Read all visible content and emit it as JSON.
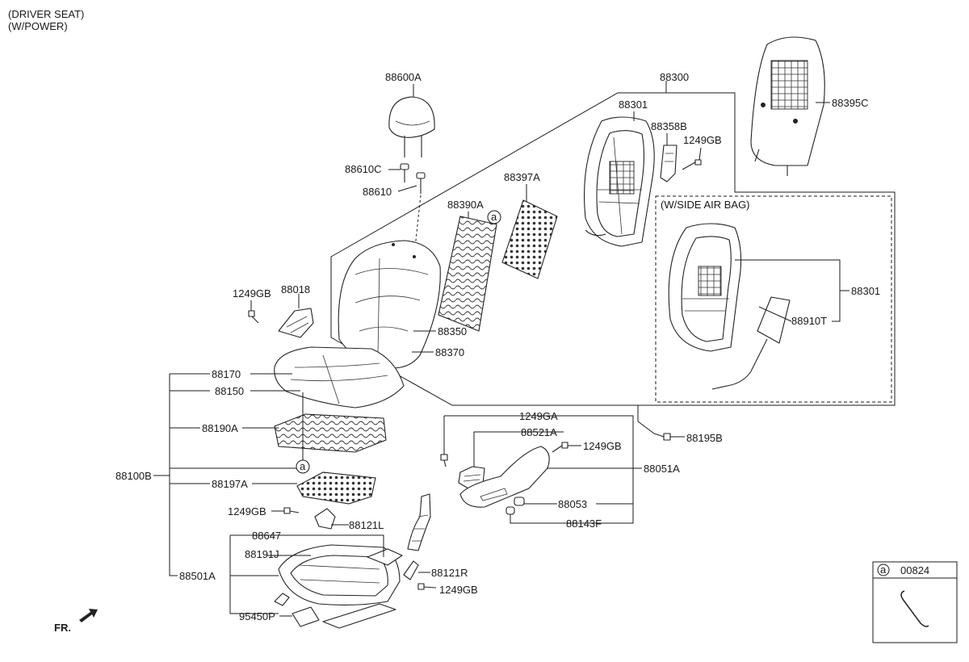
{
  "title_lines": [
    "(DRIVER SEAT)",
    "(W/POWER)"
  ],
  "inset_label": "(W/SIDE AIR BAG)",
  "fr_label": "FR.",
  "ref_marker": "a",
  "legend": {
    "marker": "a",
    "part_no": "00824"
  },
  "labels": {
    "p88600A": "88600A",
    "p88610C": "88610C",
    "p88610": "88610",
    "p88390A": "88390A",
    "p88397A": "88397A",
    "p88300": "88300",
    "p88301_top": "88301",
    "p88358B": "88358B",
    "p1249GB_top": "1249GB",
    "p88395C": "88395C",
    "p88301_inset": "88301",
    "p88910T": "88910T",
    "p1249GB_left": "1249GB",
    "p88018": "88018",
    "p88350": "88350",
    "p88370": "88370",
    "p88170": "88170",
    "p88150": "88150",
    "p88190A": "88190A",
    "p88100B": "88100B",
    "p88197A": "88197A",
    "p1249GB_mid": "1249GB",
    "p88121L": "88121L",
    "p88647": "88647",
    "p88191J": "88191J",
    "p88501A": "88501A",
    "p88121R": "88121R",
    "p1249GB_bot": "1249GB",
    "p95450P": "95450P",
    "p1249GA": "1249GA",
    "p88521A": "88521A",
    "p1249GB_side": "1249GB",
    "p88051A": "88051A",
    "p88053": "88053",
    "p88143F": "88143F",
    "p88195B": "88195B"
  }
}
